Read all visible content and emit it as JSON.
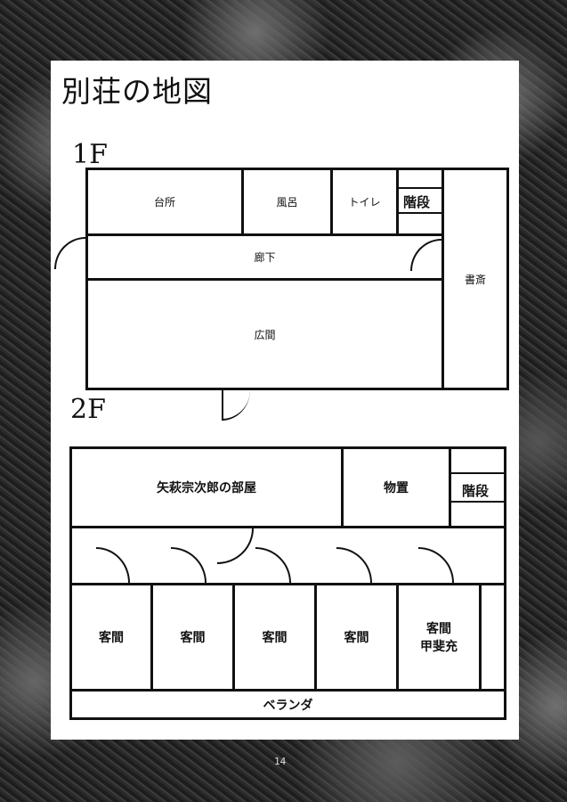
{
  "title": "別荘の地図",
  "floor1": {
    "label": "1F",
    "rooms": {
      "kitchen": "台所",
      "bath": "風呂",
      "toilet": "トイレ",
      "stairs": "階段",
      "study": "書斎",
      "hallway": "廊下",
      "living": "広間"
    }
  },
  "floor2": {
    "label": "2F",
    "rooms": {
      "yahagi_room": "矢萩宗次郎の部屋",
      "storage": "物置",
      "stairs": "階段",
      "guest1": "客間",
      "guest2": "客間",
      "guest3": "客間",
      "guest4": "客間",
      "guest5_line1": "客間",
      "guest5_line2": "甲斐充",
      "veranda": "ベランダ"
    }
  },
  "page_number": "14"
}
